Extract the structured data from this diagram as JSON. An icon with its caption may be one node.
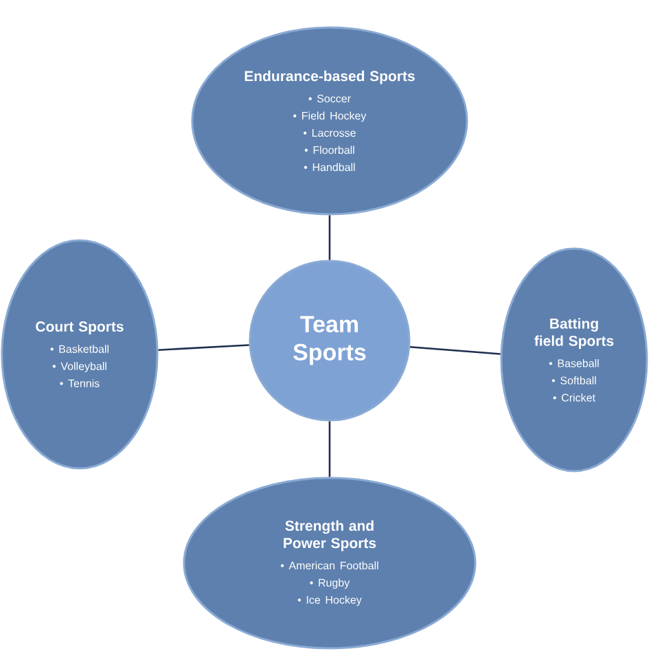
{
  "diagram": {
    "nodes": [
      {
        "text": [
          "Endurance-based Sports",
          "• Soccer",
          "• Field Hockey",
          "• Lacrosse",
          "• Floorball",
          "• Handball"
        ]
      },
      {
        "text": [
          "Court Sports",
          "• Basketball",
          "• Volleyball",
          "• Tennis"
        ]
      },
      {
        "text": [
          "Team Sports"
        ]
      },
      {
        "text": [
          "Batting field Sports",
          "• Baseball",
          "• Softball",
          "• Cricket"
        ]
      },
      {
        "text": [
          "Strength and Power Sports",
          "• American Football",
          "• Rugby",
          "• Ice Hockey"
        ]
      }
    ],
    "edges": [
      {
        "from": 2,
        "to": 0,
        "arrow": "none"
      },
      {
        "from": 2,
        "to": 1,
        "arrow": "none"
      },
      {
        "from": 2,
        "to": 3,
        "arrow": "none"
      },
      {
        "from": 2,
        "to": 4,
        "arrow": "none"
      }
    ]
  }
}
